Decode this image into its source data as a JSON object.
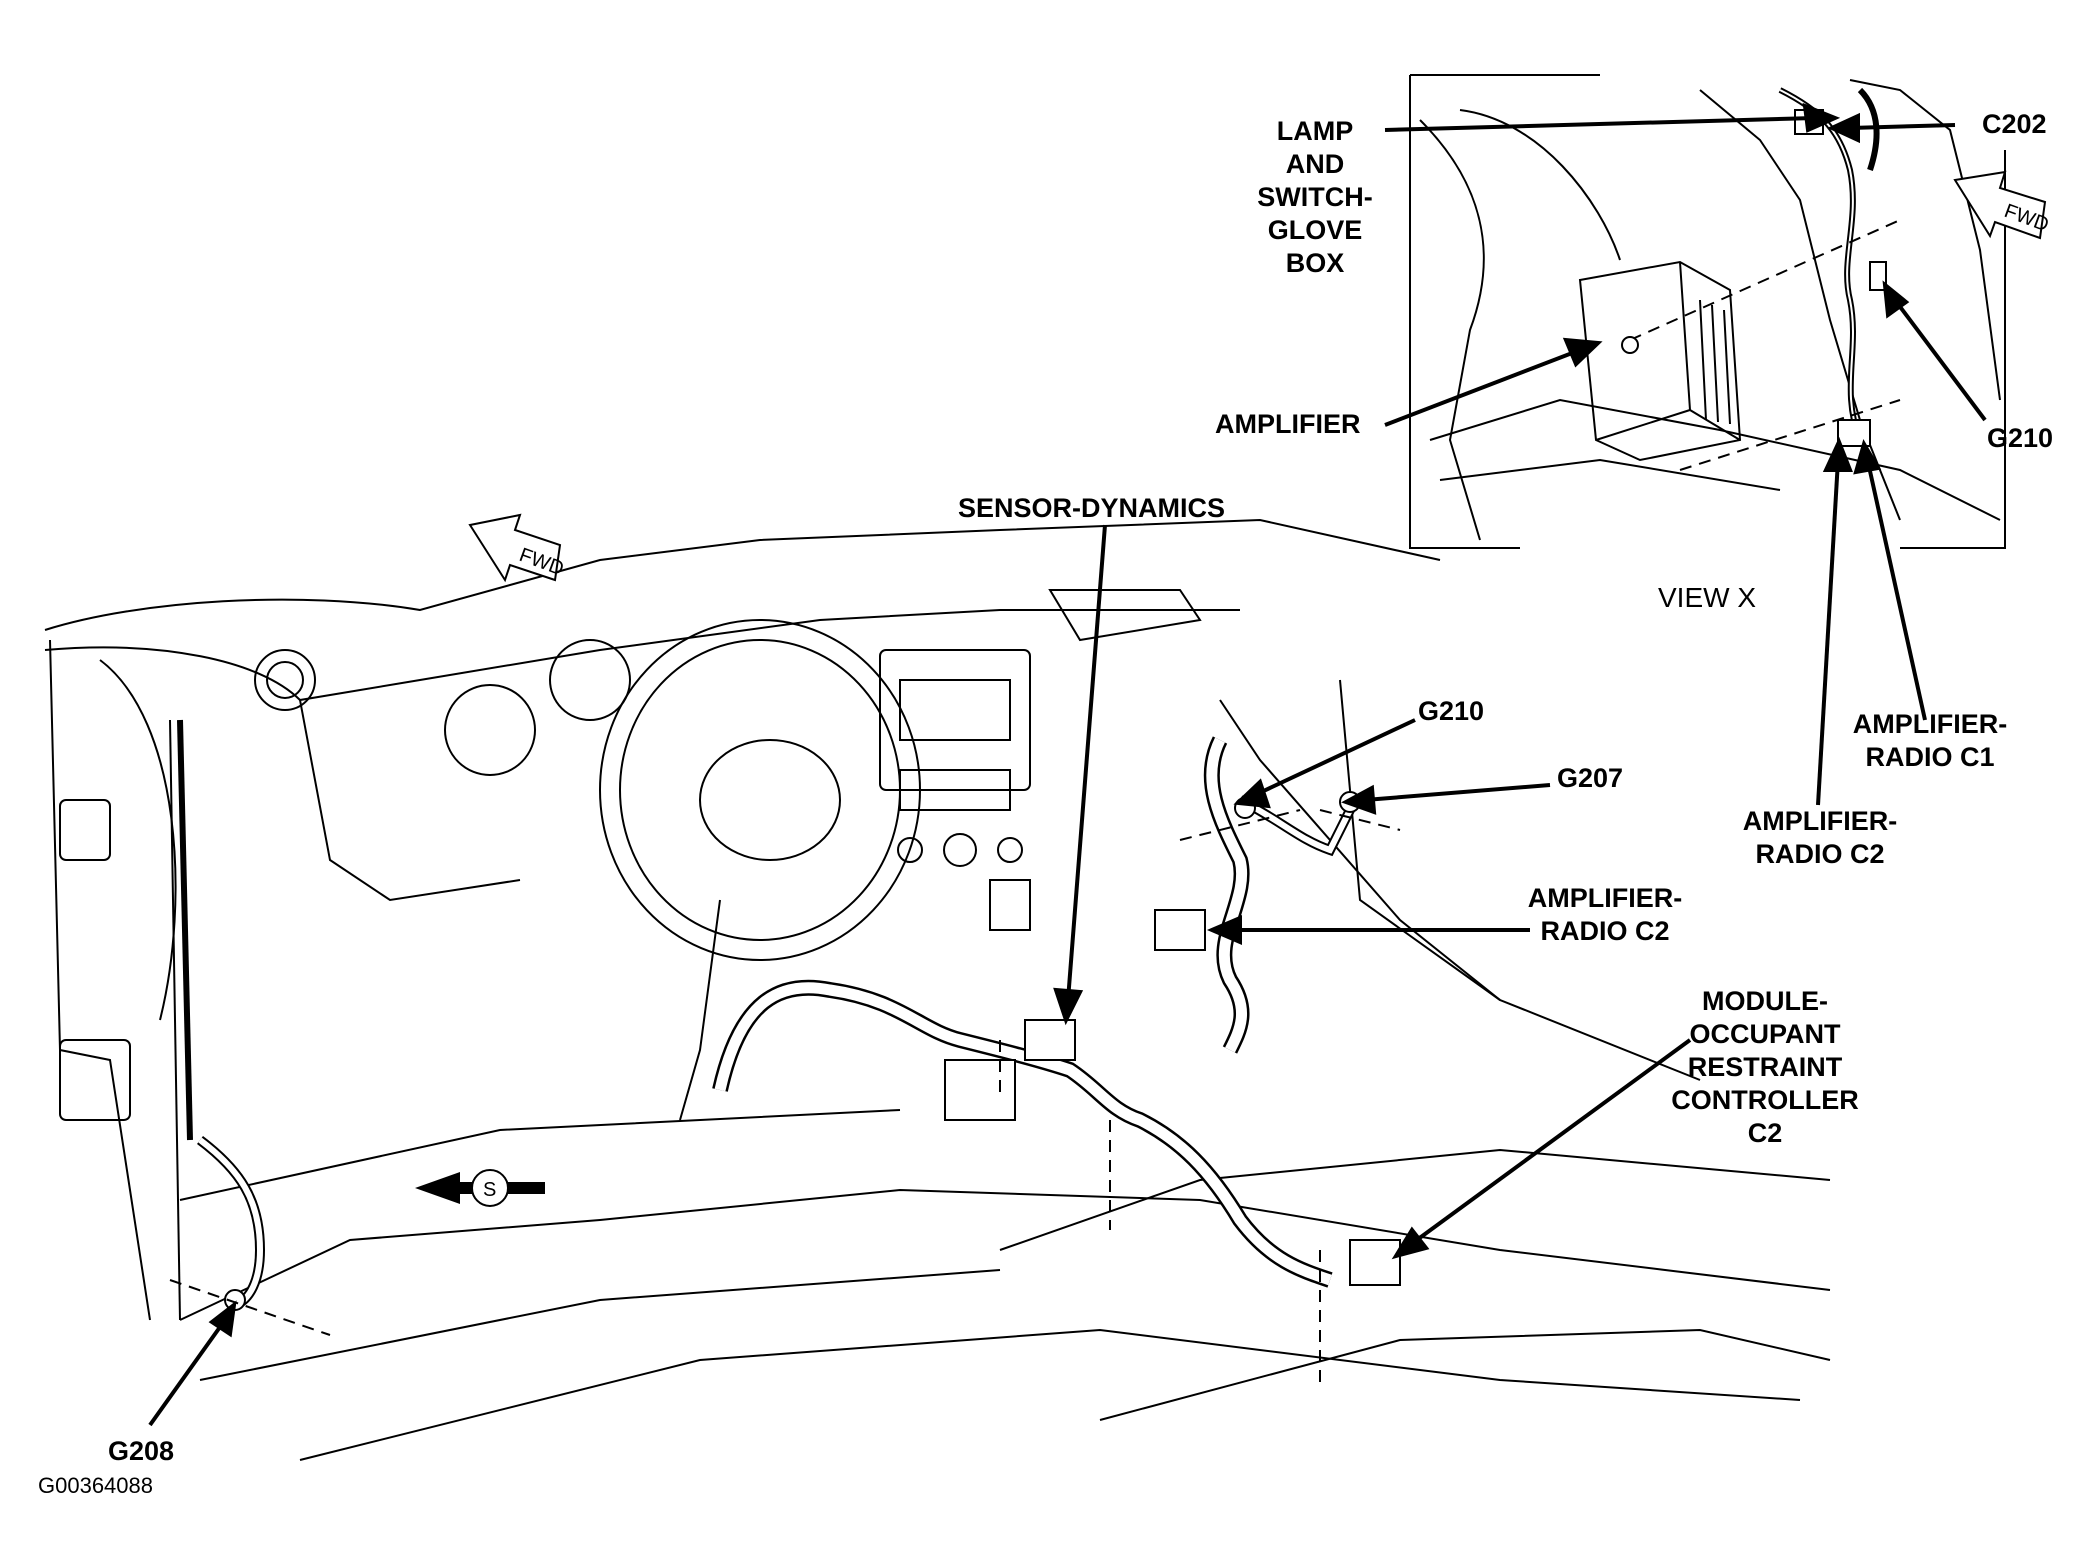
{
  "labels": {
    "lamp_switch": [
      "LAMP",
      "AND",
      "SWITCH-",
      "GLOVE",
      "BOX"
    ],
    "c202": "C202",
    "amplifier": "AMPLIFIER",
    "g210_view": "G210",
    "sensor_dynamics": "SENSOR-DYNAMICS",
    "view_x": "VIEW X",
    "amp_radio_c1": [
      "AMPLIFIER-",
      "RADIO C1"
    ],
    "amp_radio_c2_view": [
      "AMPLIFIER-",
      "RADIO C2"
    ],
    "g210_main": "G210",
    "g207": "G207",
    "amp_radio_c2_main": [
      "AMPLIFIER-",
      "RADIO C2"
    ],
    "module_occupant": [
      "MODULE-",
      "OCCUPANT",
      "RESTRAINT",
      "CONTROLLER",
      "C2"
    ],
    "g208": "G208",
    "figure_id": "G00364088",
    "fwd": "FWD",
    "sensor_symbol": "S"
  },
  "icons": [
    "fwd-arrow-icon",
    "sensor-arrow-icon"
  ]
}
